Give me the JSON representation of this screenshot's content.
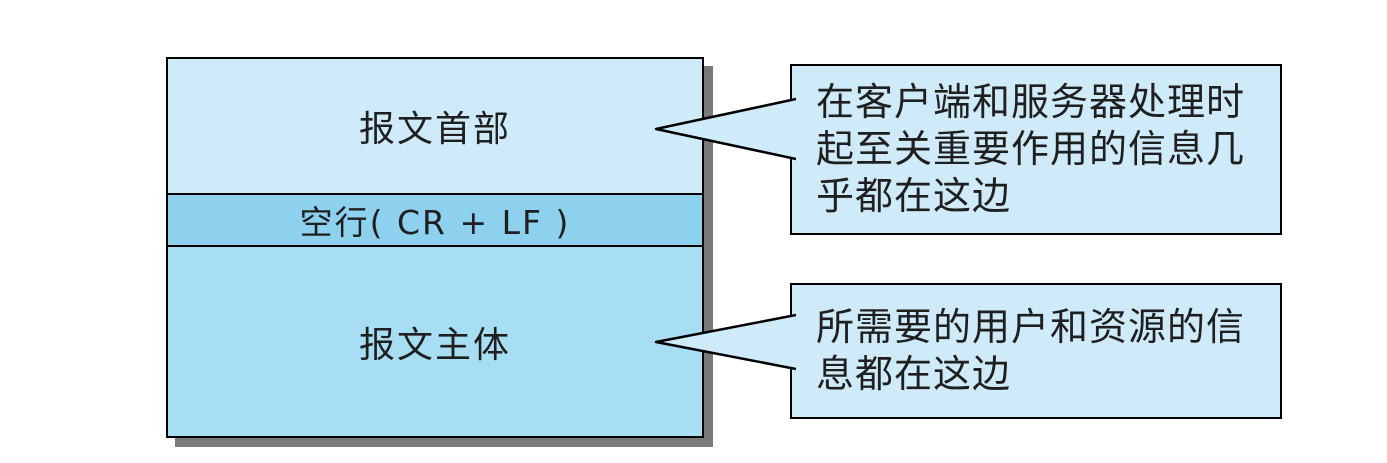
{
  "message_box": {
    "sections": [
      {
        "label": "报文首部"
      },
      {
        "label": "空行( CR + LF )"
      },
      {
        "label": "报文主体"
      }
    ]
  },
  "callouts": [
    {
      "text": "在客户端和服务器处理时起至关重要作用的信息几乎都在这边"
    },
    {
      "text": "所需要的用户和资源的信息都在这边"
    }
  ],
  "colors": {
    "header_section_bg": "#cfeaf8",
    "blank_line_bg": "#8dd1ef",
    "body_section_bg": "#a8def4",
    "callout_bg": "#cfeaf8",
    "outline": "#000000",
    "shadow": "#7a7a7a",
    "background": "#ffffff"
  }
}
